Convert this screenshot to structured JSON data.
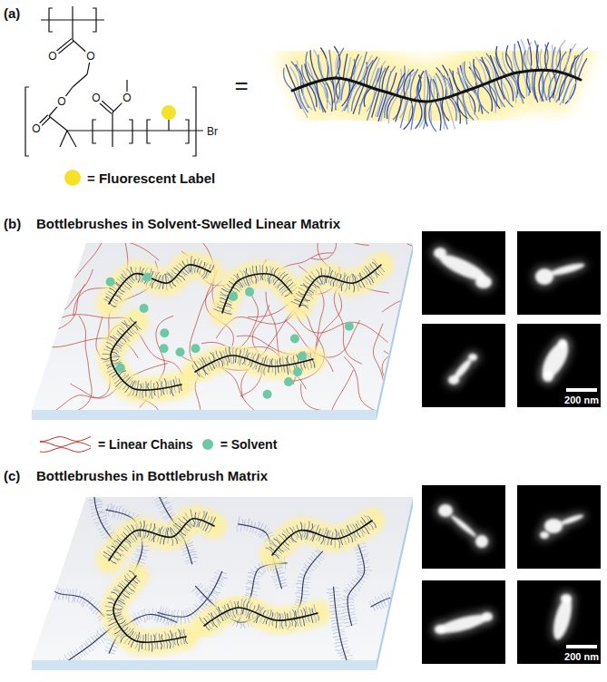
{
  "diagram": {
    "labels": [
      "(a)",
      "O",
      "O",
      "O",
      "O",
      "O",
      "O",
      "Br",
      "=",
      "(b)",
      "Bottlebrushes in Solvent-Swelled Linear Matrix",
      "200 nm",
      "(c)",
      "Bottlebrushes in Bottlebrush Matrix",
      "200 nm"
    ],
    "legend": [
      {
        "text": "= Fluorescent Label",
        "color": "#f6e12a"
      },
      {
        "text": "= Linear Chains"
      },
      {
        "text": "= Solvent",
        "color": "#6dc9a3"
      }
    ]
  }
}
